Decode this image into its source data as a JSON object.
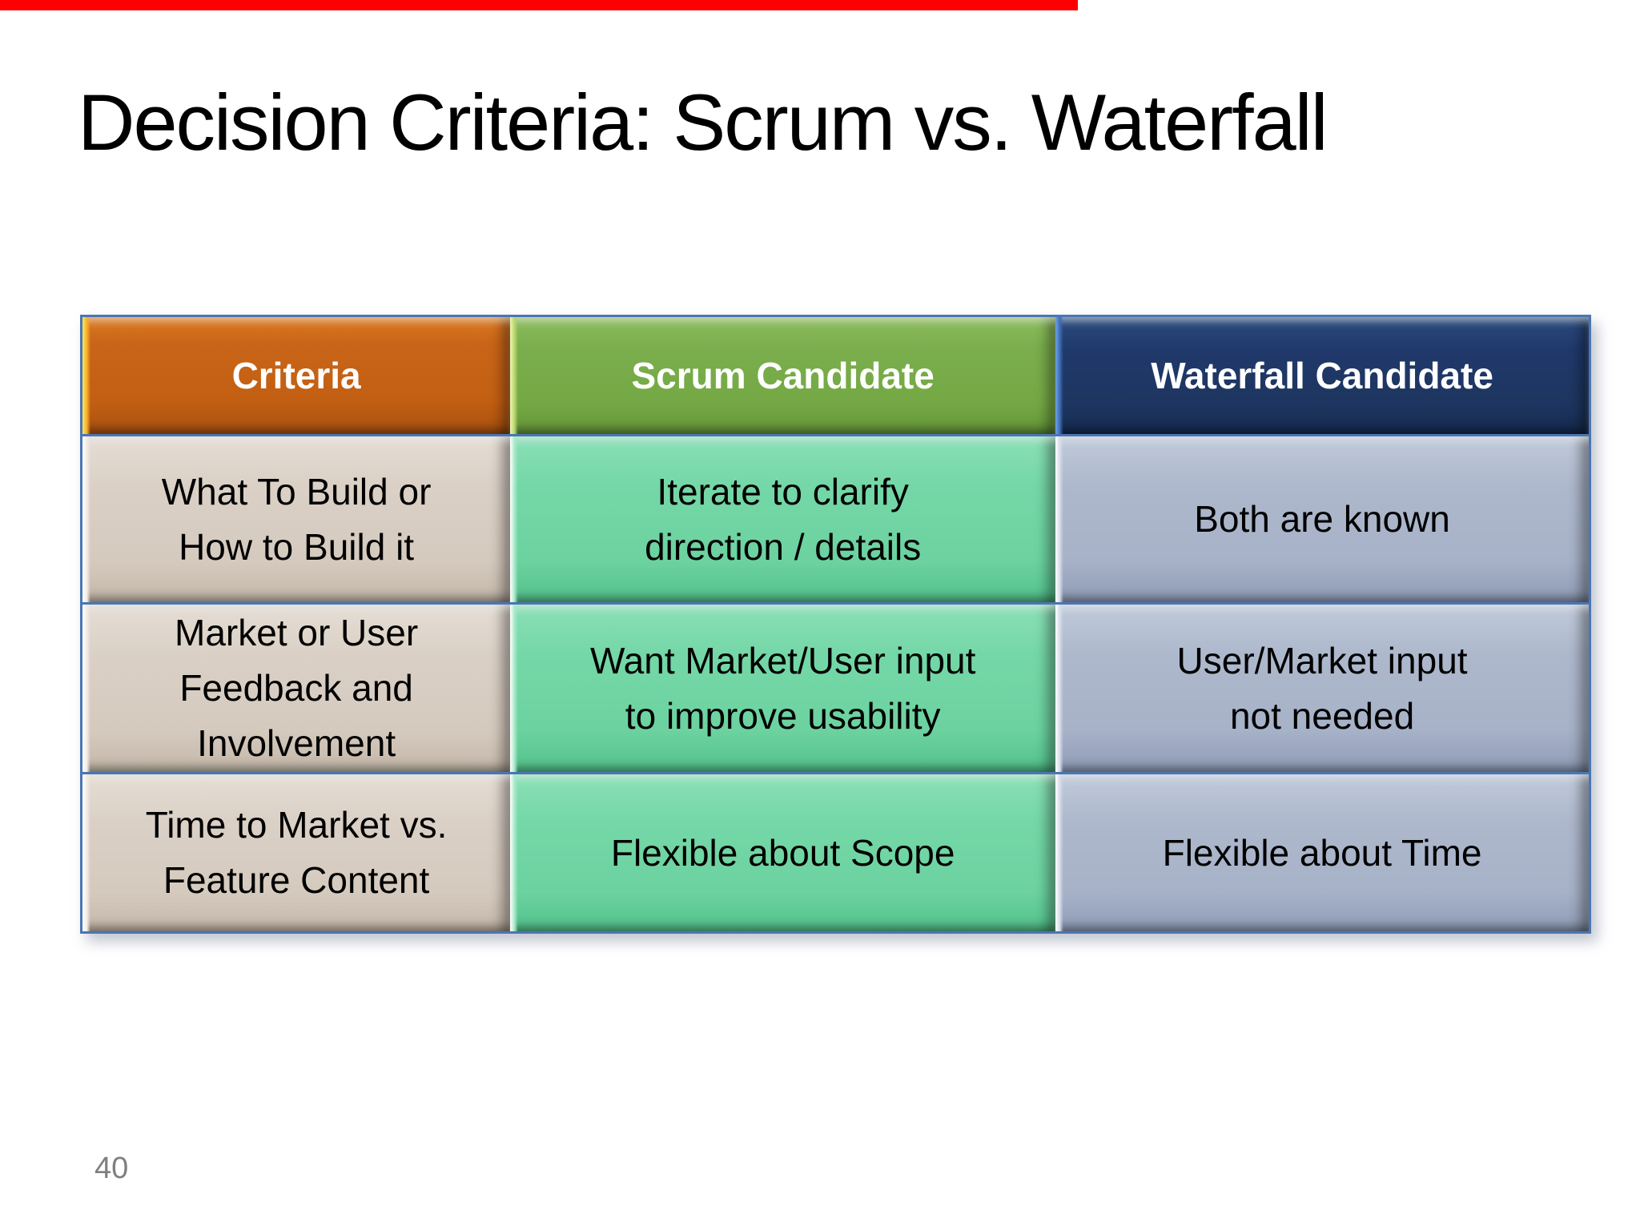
{
  "slide": {
    "title": "Decision Criteria: Scrum vs. Waterfall",
    "page_number": "40"
  },
  "top_bar": {
    "description": "video-progress-bar",
    "color": "#ff0000",
    "width_percent": 65.7
  },
  "table": {
    "border_color": "#4a76b4",
    "headers": [
      {
        "label": "Criteria",
        "color": "#c96518",
        "text_color": "#ffffff"
      },
      {
        "label": "Scrum Candidate",
        "color": "#7bae4d",
        "text_color": "#ffffff"
      },
      {
        "label": "Waterfall Candidate",
        "color": "#20396b",
        "text_color": "#ffffff"
      }
    ],
    "body_colors": {
      "criteria_column": "#dad0c6",
      "scrum_column": "#74d7a7",
      "waterfall_column": "#adb8cc"
    },
    "rows": [
      {
        "criteria": "What To Build or\nHow to Build it",
        "scrum": "Iterate to clarify\ndirection / details",
        "waterfall": "Both are known"
      },
      {
        "criteria": "Market or User\nFeedback and\nInvolvement",
        "scrum": "Want Market/User input\nto improve usability",
        "waterfall": "User/Market input\nnot needed"
      },
      {
        "criteria": "Time to Market vs.\nFeature Content",
        "scrum": "Flexible about Scope",
        "waterfall": "Flexible about Time"
      }
    ]
  }
}
